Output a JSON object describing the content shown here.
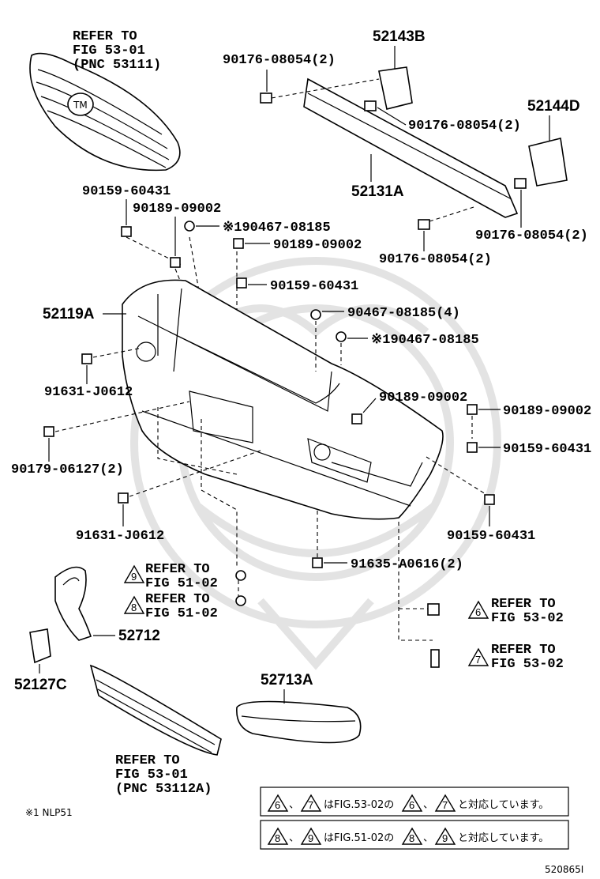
{
  "labels": {
    "grille_upper_ref": [
      "REFER TO",
      "FIG 53-01",
      "(PNC 53111)"
    ],
    "p52143B": "52143B",
    "p90176_a": "90176-08054(2)",
    "p90176_b": "90176-08054(2)",
    "p52144D": "52144D",
    "p52131A": "52131A",
    "p90176_c": "90176-08054(2)",
    "p90176_d": "90176-08054(2)",
    "p90159_a": "90159-60431",
    "p90189_a": "90189-09002",
    "p90467_a": "※190467-08185",
    "p90189_b": "90189-09002",
    "p90159_b": "90159-60431",
    "p52119A": "52119A",
    "p90467_b": "90467-08185(4)",
    "p90467_c": "※190467-08185",
    "p91631_a": "91631-J0612",
    "p90189_c": "90189-09002",
    "p90189_d": "90189-09002",
    "p90179": "90179-06127(2)",
    "p90159_c": "90159-60431",
    "p91631_b": "91631-J0612",
    "p90159_d": "90159-60431",
    "p91635": "91635-A0616(2)",
    "ref9": [
      "REFER TO",
      "FIG 51-02"
    ],
    "ref8": [
      "REFER TO",
      "FIG 51-02"
    ],
    "ref6": [
      "REFER TO",
      "FIG 53-02"
    ],
    "ref7": [
      "REFER TO",
      "FIG 53-02"
    ],
    "p52712": "52712",
    "p52127C": "52127C",
    "p52713A": "52713A",
    "grille_lower_ref": [
      "REFER TO",
      "FIG 53-01",
      "(PNC 53112A)"
    ],
    "footnote": "※1 NLP51",
    "note1": "はFIG.53-02の",
    "note1_end": "と対応しています。",
    "note2": "はFIG.51-02の",
    "note2_end": "と対応しています。",
    "sep": "、",
    "diagram_id": "520865I"
  },
  "triangles": {
    "t6": "6",
    "t7": "7",
    "t8": "8",
    "t9": "9"
  },
  "colors": {
    "ink": "#000000",
    "paper": "#ffffff",
    "watermark": "#e3e3e3"
  }
}
